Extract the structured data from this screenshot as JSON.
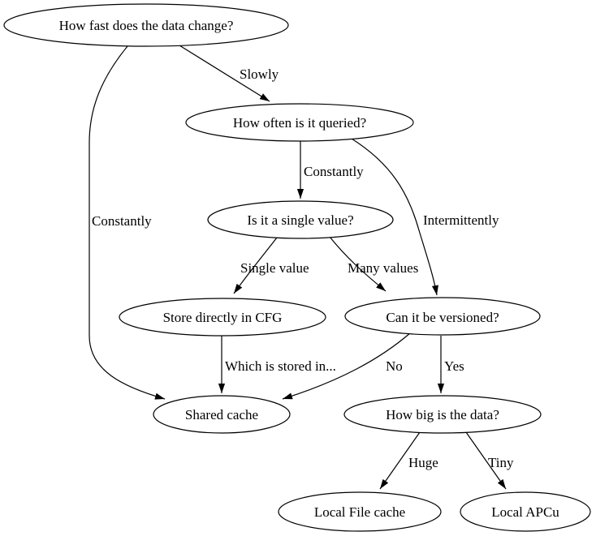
{
  "colors": {
    "background": "#ffffff",
    "node_fill": "#ffffff",
    "stroke": "#000000",
    "text": "#000000"
  },
  "diagram": {
    "type": "decision-tree-flowchart",
    "nodes": [
      {
        "id": "how-fast",
        "label": "How fast does the data change?"
      },
      {
        "id": "how-often",
        "label": "How often is it queried?"
      },
      {
        "id": "single-value",
        "label": "Is it a single value?"
      },
      {
        "id": "store-cfg",
        "label": "Store directly in CFG"
      },
      {
        "id": "versioned",
        "label": "Can it be versioned?"
      },
      {
        "id": "shared-cache",
        "label": "Shared cache"
      },
      {
        "id": "how-big",
        "label": "How big is the data?"
      },
      {
        "id": "local-file",
        "label": "Local File cache"
      },
      {
        "id": "local-apcu",
        "label": "Local APCu"
      }
    ],
    "edges": [
      {
        "from": "how-fast",
        "to": "how-often",
        "label": "Slowly"
      },
      {
        "from": "how-fast",
        "to": "shared-cache",
        "label": "Constantly"
      },
      {
        "from": "how-often",
        "to": "single-value",
        "label": "Constantly"
      },
      {
        "from": "how-often",
        "to": "versioned",
        "label": "Intermittently"
      },
      {
        "from": "single-value",
        "to": "store-cfg",
        "label": "Single value"
      },
      {
        "from": "single-value",
        "to": "versioned",
        "label": "Many values"
      },
      {
        "from": "store-cfg",
        "to": "shared-cache",
        "label": "Which is stored in..."
      },
      {
        "from": "versioned",
        "to": "shared-cache",
        "label": "No"
      },
      {
        "from": "versioned",
        "to": "how-big",
        "label": "Yes"
      },
      {
        "from": "how-big",
        "to": "local-file",
        "label": "Huge"
      },
      {
        "from": "how-big",
        "to": "local-apcu",
        "label": "Tiny"
      }
    ]
  }
}
